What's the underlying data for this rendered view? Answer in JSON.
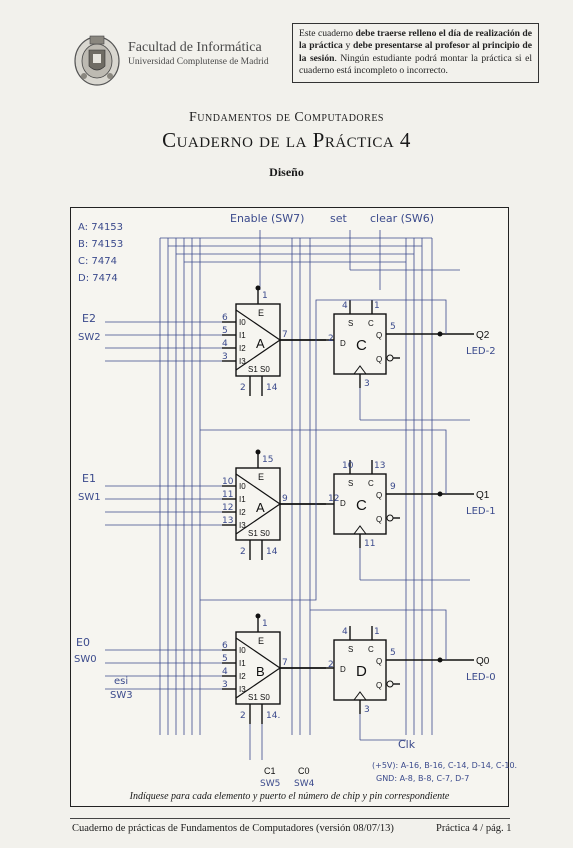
{
  "header": {
    "faculty_name": "Facultad de Informática",
    "university": "Universidad Complutense de Madrid",
    "notice_parts": [
      {
        "t": "Este cuaderno ",
        "b": false
      },
      {
        "t": "debe traerse relleno el día de realización de la práctica",
        "b": true
      },
      {
        "t": " y ",
        "b": false
      },
      {
        "t": "debe presentarse al profesor al principio de la sesión",
        "b": true
      },
      {
        "t": ". Ningún estudiante podrá montar la práctica si el cuaderno está incompleto o incorrecto.",
        "b": false
      }
    ]
  },
  "subject": "Fundamentos de Computadores",
  "title": "Cuaderno de la Práctica 4",
  "section": "Diseño",
  "diagram": {
    "notes_chips": [
      "A: 74153",
      "B: 74153",
      "C: 7474",
      "D: 7474"
    ],
    "top_labels": {
      "enable": "Enable (SW7)",
      "set": "set",
      "clear": "clear (SW6)"
    },
    "mux_top": {
      "letter": "A",
      "E": "E",
      "E_pin": "1",
      "inputs": [
        "I0",
        "I1",
        "I2",
        "I3"
      ],
      "in_pins": [
        "6",
        "5",
        "4",
        "3"
      ],
      "out_pin": "7",
      "sel": "S1 S0",
      "sel_pins": [
        "2",
        "14"
      ],
      "input_label": "E2",
      "input_sw": "SW2"
    },
    "mux_mid": {
      "letter": "A",
      "E_pin": "15",
      "in_pins": [
        "10",
        "11",
        "12",
        "13"
      ],
      "out_pin": "9",
      "sel_pins": [
        "2",
        "14"
      ],
      "input_label": "E1",
      "input_sw": "SW1"
    },
    "mux_bot": {
      "letter": "B",
      "E_pin": "1",
      "in_pins": [
        "6",
        "5",
        "4",
        "3"
      ],
      "out_pin": "7",
      "sel_pins": [
        "2",
        "14."
      ],
      "input_label": "E0",
      "input_sw": "SW0",
      "esi_label": "esi",
      "esi_sw": "SW3"
    },
    "ff_top": {
      "letter": "C",
      "S": "S",
      "C": "C",
      "D": "D",
      "Q": "Q",
      "S_pin": "4",
      "C_pin": "1",
      "D_pin": "2",
      "Q_pin": "5",
      "clk_pin": "3",
      "out": "Q2",
      "led": "LED-2"
    },
    "ff_mid": {
      "letter": "C",
      "S_pin": "10",
      "C_pin": "13",
      "D_pin": "12",
      "Q_pin": "9",
      "clk_pin": "11",
      "out": "Q1",
      "led": "LED-1"
    },
    "ff_bot": {
      "letter": "D",
      "S_pin": "4",
      "C_pin": "1",
      "D_pin": "2",
      "Q_pin": "5",
      "clk_pin": "3",
      "out": "Q0",
      "led": "LED-0"
    },
    "clk_label": "Clk",
    "c1": "C1",
    "c1_sw": "SW5",
    "c0": "C0",
    "c0_sw": "SW4",
    "power_line": "(+5V): A-16, B-16, C-14, D-14, C-10.",
    "gnd_line": "GND: A-8, B-8, C-7, D-7"
  },
  "caption": "Indíquese para cada elemento y puerto el número de chip y pin correspondiente",
  "footer": {
    "left": "Cuaderno de prácticas de Fundamentos de Computadores (versión 08/07/13)",
    "right": "Práctica 4 / pág. 1"
  }
}
